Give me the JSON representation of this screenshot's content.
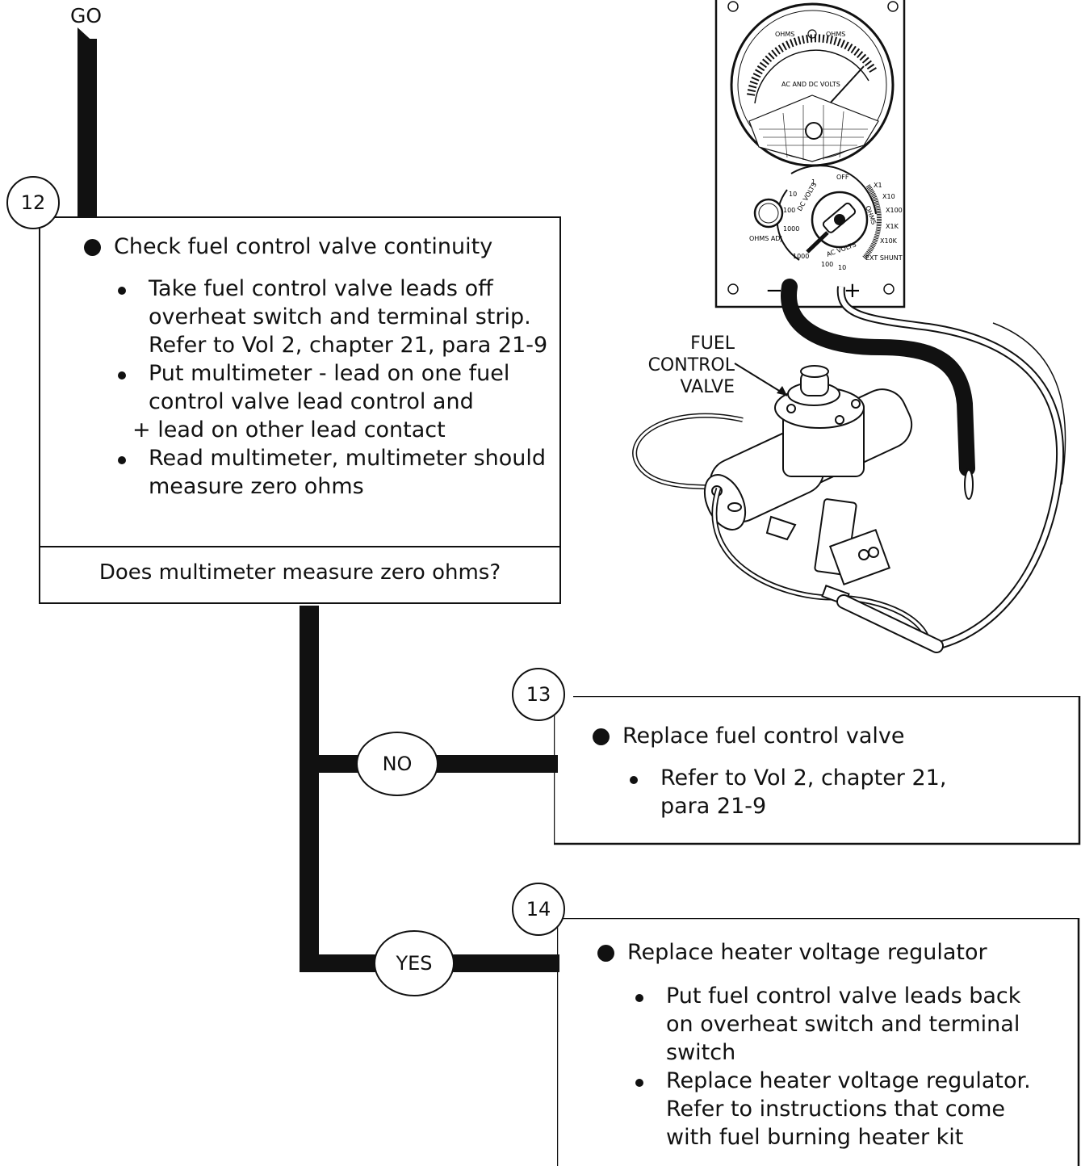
{
  "start_label": "GO",
  "step12": {
    "number": "12",
    "heading": "Check fuel control valve continuity",
    "bullets": [
      "Take fuel control valve leads off overheat switch and terminal strip. Refer to Vol 2, chapter 21, para 21-9",
      "Put multimeter - lead on one fuel control valve lead control and",
      "+ lead on other lead contact",
      "Read multimeter, multimeter should measure zero ohms"
    ],
    "question": "Does multimeter measure zero ohms?"
  },
  "answers": {
    "no": "NO",
    "yes": "YES"
  },
  "step13": {
    "number": "13",
    "heading": "Replace fuel control valve",
    "bullets": [
      "Refer to Vol 2, chapter 21, para 21-9"
    ]
  },
  "step14": {
    "number": "14",
    "heading": "Replace heater voltage regulator",
    "bullets": [
      "Put fuel control valve leads back on overheat switch and terminal switch",
      "Replace heater voltage regulator. Refer to instructions that come with fuel burning heater kit"
    ]
  },
  "illustration": {
    "callout": "FUEL CONTROL VALVE",
    "meter_dial_labels": [
      "OHMS",
      "OHMS",
      "AC AND DC VOLTS"
    ],
    "meter_switch_labels": [
      "OFF",
      "X1",
      "X10",
      "X100",
      "X1K",
      "X10K",
      "EXT SHUNT",
      "DC VOLTS",
      "OHMS",
      "AC VOLTS",
      "OHMS ADJ",
      "1",
      "10",
      "100",
      "1000",
      "1000",
      "100",
      "10"
    ],
    "terminal_labels": [
      "−",
      "+"
    ]
  }
}
